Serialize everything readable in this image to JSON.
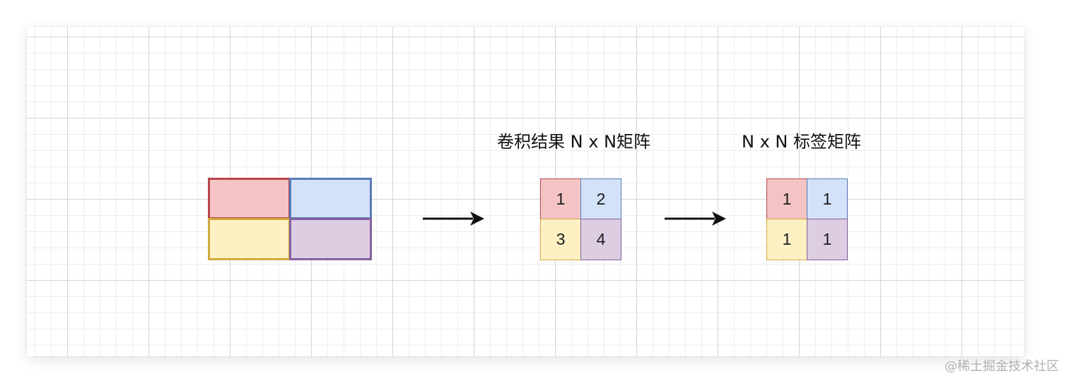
{
  "colors": {
    "red_fill": "#f4c4c4",
    "red_border": "#b8454b",
    "blue_fill": "#d2e2f8",
    "blue_border": "#5a7ab6",
    "yellow_fill": "#fdf1c3",
    "yellow_border": "#d2aa3e",
    "purple_fill": "#dccde3",
    "purple_border": "#86619d",
    "arrow": "#111111"
  },
  "source_grid": {
    "cells": [
      "red",
      "blue",
      "yellow",
      "purple"
    ]
  },
  "conv_result": {
    "title": "卷积结果 N x N矩阵",
    "cells": [
      "1",
      "2",
      "3",
      "4"
    ]
  },
  "label_matrix": {
    "title": "N x N 标签矩阵",
    "cells": [
      "1",
      "1",
      "1",
      "1"
    ]
  },
  "arrows": [
    "arrow-right-icon",
    "arrow-right-icon"
  ],
  "watermark": "@稀土掘金技术社区"
}
